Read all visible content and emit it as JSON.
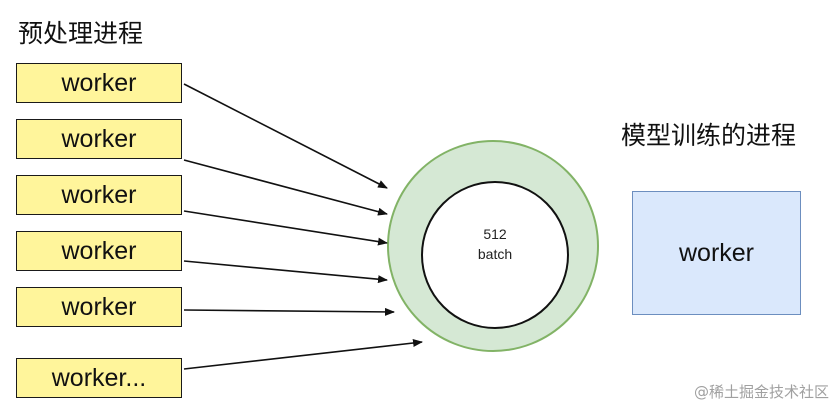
{
  "preprocess": {
    "title": "预处理进程",
    "workers": [
      {
        "label": "worker"
      },
      {
        "label": "worker"
      },
      {
        "label": "worker"
      },
      {
        "label": "worker"
      },
      {
        "label": "worker"
      },
      {
        "label": "worker..."
      }
    ]
  },
  "batch": {
    "size": "512",
    "word": "batch"
  },
  "training": {
    "title": "模型训练的进程",
    "worker_label": "worker"
  },
  "watermark": "@稀土掘金技术社区",
  "colors": {
    "worker_fill": "#fff59b",
    "ring_fill": "#d5e8d4",
    "ring_stroke": "#82b366",
    "trainer_fill": "#dae8fc",
    "trainer_stroke": "#6c8ebf"
  }
}
